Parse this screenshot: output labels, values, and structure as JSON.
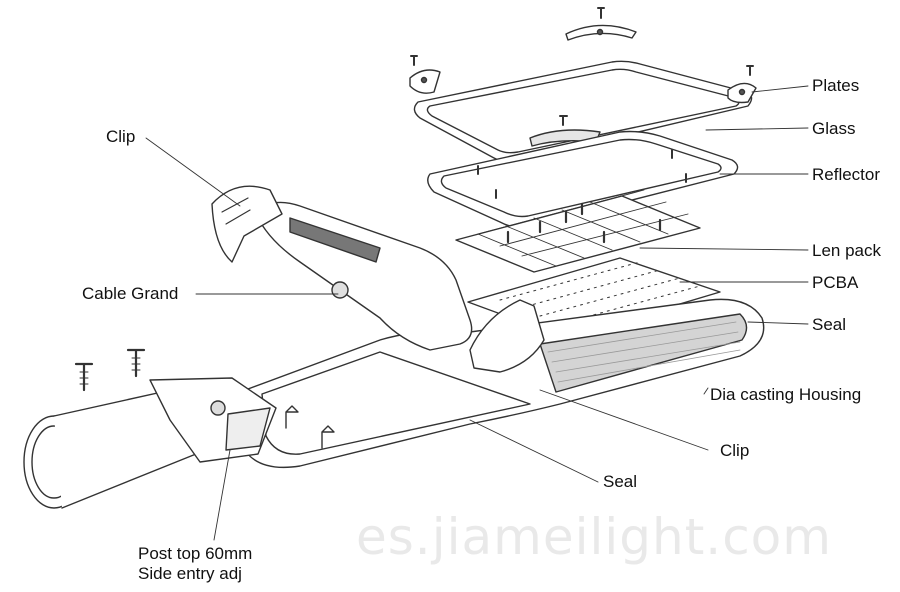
{
  "labels": {
    "plates": "Plates",
    "glass": "Glass",
    "reflector": "Reflector",
    "len_pack": "Len pack",
    "pcba": "PCBA",
    "seal_right": "Seal",
    "housing": "Dia casting Housing",
    "clip_right": "Clip",
    "seal_bottom": "Seal",
    "clip_top": "Clip",
    "cable_grand": "Cable Grand",
    "post_line1": "Post top 60mm",
    "post_line2": "Side entry adj"
  },
  "watermark": "es.jiameilight.com",
  "colors": {
    "stroke": "#333333",
    "fill": "#ffffff",
    "shade": "#d9d9d9",
    "dark": "#8a8a8a"
  }
}
